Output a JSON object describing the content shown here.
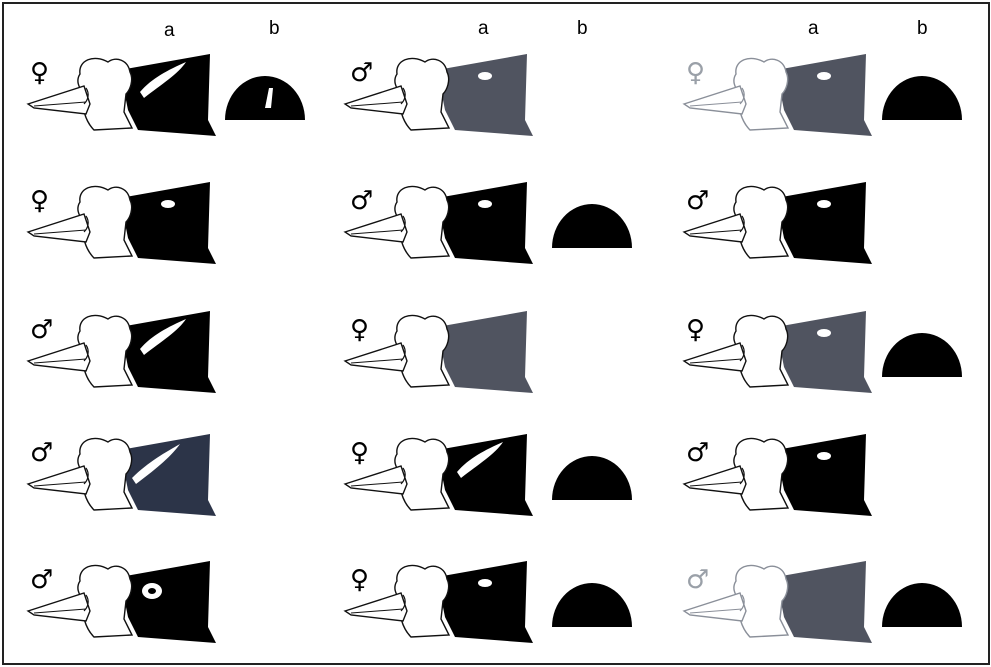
{
  "figure": {
    "column_headers": [
      {
        "a": "a",
        "b": "b"
      },
      {
        "a": "a",
        "b": "b"
      },
      {
        "a": "a",
        "b": "b"
      }
    ],
    "colors": {
      "black": "#000000",
      "gray": "#505460",
      "slate": "#2c3448",
      "outline": "#111111"
    },
    "columns": [
      [
        {
          "sex": "♀",
          "mask": "black",
          "patch": "stripe",
          "dome": true,
          "dome_mark": true
        },
        {
          "sex": "♀",
          "mask": "black",
          "patch": "spot",
          "dome": false
        },
        {
          "sex": "♂",
          "mask": "black",
          "patch": "stripe",
          "dome": false
        },
        {
          "sex": "♂",
          "mask": "slate",
          "patch": "streak",
          "dome": false
        },
        {
          "sex": "♂",
          "mask": "black",
          "patch": "ring",
          "dome": false
        }
      ],
      [
        {
          "sex": "♂",
          "mask": "gray",
          "patch": "spot",
          "dome": false
        },
        {
          "sex": "♂",
          "mask": "black",
          "patch": "spot",
          "dome": true
        },
        {
          "sex": "♀",
          "mask": "gray",
          "patch": "none",
          "dome": false
        },
        {
          "sex": "♀",
          "mask": "black",
          "patch": "stripe",
          "dome": true
        },
        {
          "sex": "♀",
          "mask": "black",
          "patch": "spot",
          "dome": true
        }
      ],
      [
        {
          "sex": "♀",
          "mask": "gray",
          "patch": "spot",
          "dome": true,
          "faded": true
        },
        {
          "sex": "♂",
          "mask": "black",
          "patch": "spot",
          "dome": false
        },
        {
          "sex": "♀",
          "mask": "gray",
          "patch": "spot",
          "dome": true
        },
        {
          "sex": "♂",
          "mask": "black",
          "patch": "spot",
          "dome": false
        },
        {
          "sex": "♂",
          "mask": "gray",
          "patch": "none",
          "dome": true,
          "faded": true
        }
      ]
    ]
  }
}
